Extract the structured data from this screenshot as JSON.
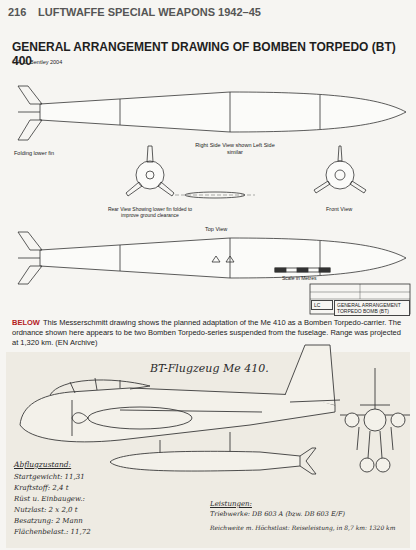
{
  "diagram": {
    "title": "GENERAL ARRANGEMENT DRAWING OF BOMBEN TORPEDO (BT) 400",
    "caption": "This Messerschmitt drawing shows the planned adaptation of the Me 410 as a Bomben Torpedo-carrier. The ordnance shown here appears to be two Bomben Torpedo-series suspended from the fuselage. Range was projected at 1,320 km. (EN Archive)",
    "nodes": [
      {
        "text": [
          "LC"
        ]
      },
      {
        "text": [
          "GENERAL ARRANGEMENT TORPEDO BOMB (BT)"
        ]
      }
    ],
    "labels": [
      "216",
      "LUFTWAFFE SPECIAL WEAPONS 1942–45",
      "© A. L. Bentley 2004",
      "Right Side View shown Left Side similar",
      "Folding lower fin",
      "Rear View Showing lower fin folded to improve ground clearance",
      "Front View",
      "Top View",
      "Scale in Metres",
      "BELOW",
      "BT-Flugzeug Me 410.",
      "Abflugzustand:",
      "Startgewicht: 11,31",
      "Kraftstoff: 2,4 t",
      "Rüst u. Einbaugew.:",
      "Nutzlast: 2 x 2,0 t",
      "Besatzung: 2 Mann",
      "Flächenbelast.: 11,72",
      "Leistungen:",
      "Triebwerke: DB 603 A (bzw. DB 603 E/F)",
      "Reichweite m. Höchstlast: Reiseleistung, in 8,7 km: 1320 km"
    ]
  }
}
